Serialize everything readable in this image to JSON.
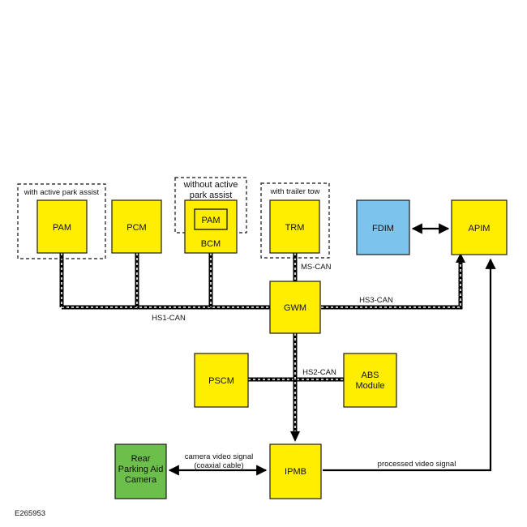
{
  "modules": {
    "pam": "PAM",
    "pcm": "PCM",
    "pam_inner": "PAM",
    "bcm": "BCM",
    "trm": "TRM",
    "fdim": "FDIM",
    "apim": "APIM",
    "gwm": "GWM",
    "pscm": "PSCM",
    "abs_line1": "ABS",
    "abs_line2": "Module",
    "ipmb": "IPMB",
    "camera_line1": "Rear",
    "camera_line2": "Parking Aid",
    "camera_line3": "Camera"
  },
  "group_labels": {
    "active_park_assist": "with active park assist",
    "without_active_line1": "without  active",
    "without_active_line2": "park assist",
    "trailer_tow": "with trailer tow"
  },
  "bus_labels": {
    "hs1": "HS1-CAN",
    "hs2": "HS2-CAN",
    "hs3": "HS3-CAN",
    "ms": "MS-CAN"
  },
  "signal_labels": {
    "camera_video_line1": "camera video signal",
    "camera_video_line2": "(coaxial cable)",
    "processed_video": "processed video signal"
  },
  "figure_id": "E265953",
  "colors": {
    "module": "#ffee00",
    "fdim": "#7cc4ec",
    "camera": "#6dbf4b"
  }
}
